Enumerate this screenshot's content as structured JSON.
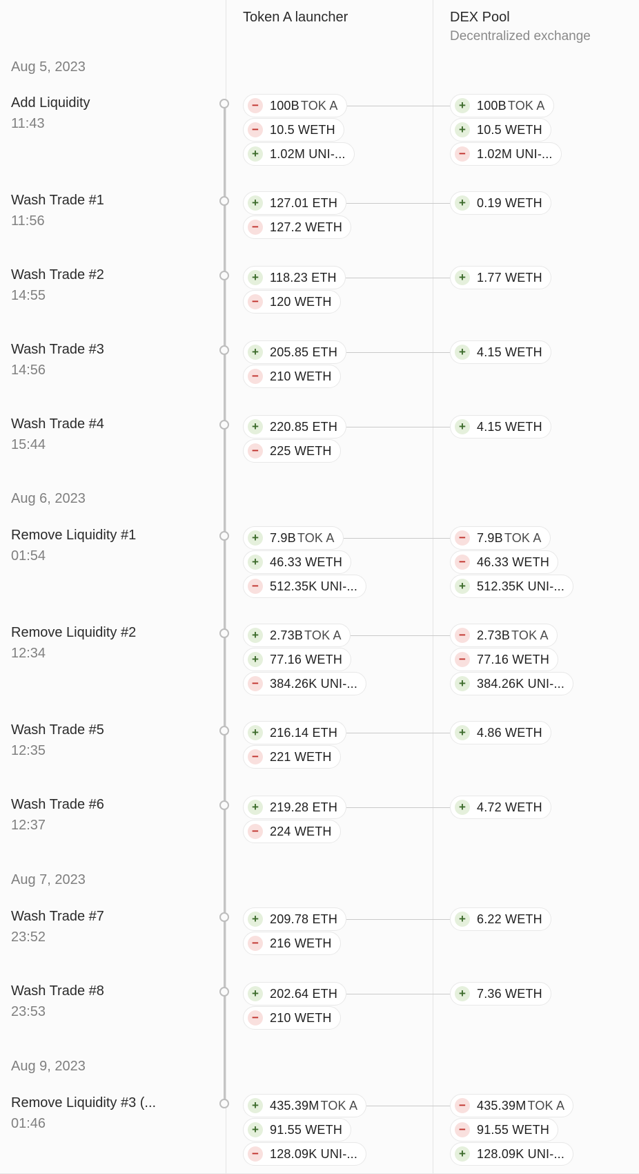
{
  "columns": {
    "launcher": {
      "title": "Token A launcher"
    },
    "pool": {
      "title": "DEX Pool",
      "subtitle": "Decentralized exchange"
    }
  },
  "dates": [
    "Aug 5, 2023",
    "Aug 6, 2023",
    "Aug 7, 2023",
    "Aug 9, 2023"
  ],
  "events": [
    {
      "title": "Add Liquidity",
      "time": "11:43",
      "left": [
        {
          "sign": "minus",
          "amount": "100B",
          "token": "TOK A"
        },
        {
          "sign": "minus",
          "amount": "10.5 WETH",
          "token": ""
        },
        {
          "sign": "plus",
          "amount": "1.02M UNI-...",
          "token": ""
        }
      ],
      "right": [
        {
          "sign": "plus",
          "amount": "100B",
          "token": "TOK A"
        },
        {
          "sign": "plus",
          "amount": "10.5 WETH",
          "token": ""
        },
        {
          "sign": "minus",
          "amount": "1.02M UNI-...",
          "token": ""
        }
      ]
    },
    {
      "title": "Wash Trade #1",
      "time": "11:56",
      "left": [
        {
          "sign": "plus",
          "amount": "127.01 ETH",
          "token": ""
        },
        {
          "sign": "minus",
          "amount": "127.2 WETH",
          "token": ""
        }
      ],
      "right": [
        {
          "sign": "plus",
          "amount": "0.19 WETH",
          "token": ""
        }
      ]
    },
    {
      "title": "Wash Trade #2",
      "time": "14:55",
      "left": [
        {
          "sign": "plus",
          "amount": "118.23 ETH",
          "token": ""
        },
        {
          "sign": "minus",
          "amount": "120 WETH",
          "token": ""
        }
      ],
      "right": [
        {
          "sign": "plus",
          "amount": "1.77 WETH",
          "token": ""
        }
      ]
    },
    {
      "title": "Wash Trade #3",
      "time": "14:56",
      "left": [
        {
          "sign": "plus",
          "amount": "205.85 ETH",
          "token": ""
        },
        {
          "sign": "minus",
          "amount": "210 WETH",
          "token": ""
        }
      ],
      "right": [
        {
          "sign": "plus",
          "amount": "4.15 WETH",
          "token": ""
        }
      ]
    },
    {
      "title": "Wash Trade #4",
      "time": "15:44",
      "left": [
        {
          "sign": "plus",
          "amount": "220.85 ETH",
          "token": ""
        },
        {
          "sign": "minus",
          "amount": "225 WETH",
          "token": ""
        }
      ],
      "right": [
        {
          "sign": "plus",
          "amount": "4.15 WETH",
          "token": ""
        }
      ]
    },
    {
      "title": "Remove Liquidity #1",
      "time": "01:54",
      "left": [
        {
          "sign": "plus",
          "amount": "7.9B",
          "token": "TOK A"
        },
        {
          "sign": "plus",
          "amount": "46.33 WETH",
          "token": ""
        },
        {
          "sign": "minus",
          "amount": "512.35K UNI-...",
          "token": ""
        }
      ],
      "right": [
        {
          "sign": "minus",
          "amount": "7.9B",
          "token": "TOK A"
        },
        {
          "sign": "minus",
          "amount": "46.33 WETH",
          "token": ""
        },
        {
          "sign": "plus",
          "amount": "512.35K UNI-...",
          "token": ""
        }
      ]
    },
    {
      "title": "Remove Liquidity #2",
      "time": "12:34",
      "left": [
        {
          "sign": "plus",
          "amount": "2.73B",
          "token": "TOK A"
        },
        {
          "sign": "plus",
          "amount": "77.16 WETH",
          "token": ""
        },
        {
          "sign": "minus",
          "amount": "384.26K UNI-...",
          "token": ""
        }
      ],
      "right": [
        {
          "sign": "minus",
          "amount": "2.73B",
          "token": "TOK A"
        },
        {
          "sign": "minus",
          "amount": "77.16 WETH",
          "token": ""
        },
        {
          "sign": "plus",
          "amount": "384.26K UNI-...",
          "token": ""
        }
      ]
    },
    {
      "title": "Wash Trade #5",
      "time": "12:35",
      "left": [
        {
          "sign": "plus",
          "amount": "216.14 ETH",
          "token": ""
        },
        {
          "sign": "minus",
          "amount": "221 WETH",
          "token": ""
        }
      ],
      "right": [
        {
          "sign": "plus",
          "amount": "4.86 WETH",
          "token": ""
        }
      ]
    },
    {
      "title": "Wash Trade #6",
      "time": "12:37",
      "left": [
        {
          "sign": "plus",
          "amount": "219.28 ETH",
          "token": ""
        },
        {
          "sign": "minus",
          "amount": "224 WETH",
          "token": ""
        }
      ],
      "right": [
        {
          "sign": "plus",
          "amount": "4.72 WETH",
          "token": ""
        }
      ]
    },
    {
      "title": "Wash Trade #7",
      "time": "23:52",
      "left": [
        {
          "sign": "plus",
          "amount": "209.78 ETH",
          "token": ""
        },
        {
          "sign": "minus",
          "amount": "216 WETH",
          "token": ""
        }
      ],
      "right": [
        {
          "sign": "plus",
          "amount": "6.22 WETH",
          "token": ""
        }
      ]
    },
    {
      "title": "Wash Trade #8",
      "time": "23:53",
      "left": [
        {
          "sign": "plus",
          "amount": "202.64 ETH",
          "token": ""
        },
        {
          "sign": "minus",
          "amount": "210 WETH",
          "token": ""
        }
      ],
      "right": [
        {
          "sign": "plus",
          "amount": "7.36 WETH",
          "token": ""
        }
      ]
    },
    {
      "title": "Remove Liquidity #3 (...",
      "time": "01:46",
      "left": [
        {
          "sign": "plus",
          "amount": "435.39M",
          "token": "TOK A"
        },
        {
          "sign": "plus",
          "amount": "91.55 WETH",
          "token": ""
        },
        {
          "sign": "minus",
          "amount": "128.09K UNI-...",
          "token": ""
        }
      ],
      "right": [
        {
          "sign": "minus",
          "amount": "435.39M",
          "token": "TOK A"
        },
        {
          "sign": "minus",
          "amount": "91.55 WETH",
          "token": ""
        },
        {
          "sign": "plus",
          "amount": "128.09K UNI-...",
          "token": ""
        }
      ]
    }
  ],
  "colors": {
    "plus_bg": "#e5f0dc",
    "plus_fg": "#3d6b2c",
    "minus_bg": "#f9e0de",
    "minus_fg": "#c0322c",
    "timeline": "#c4c4c4"
  },
  "icons": {
    "plus": "plus-icon",
    "minus": "minus-icon",
    "node": "timeline-node-icon"
  }
}
